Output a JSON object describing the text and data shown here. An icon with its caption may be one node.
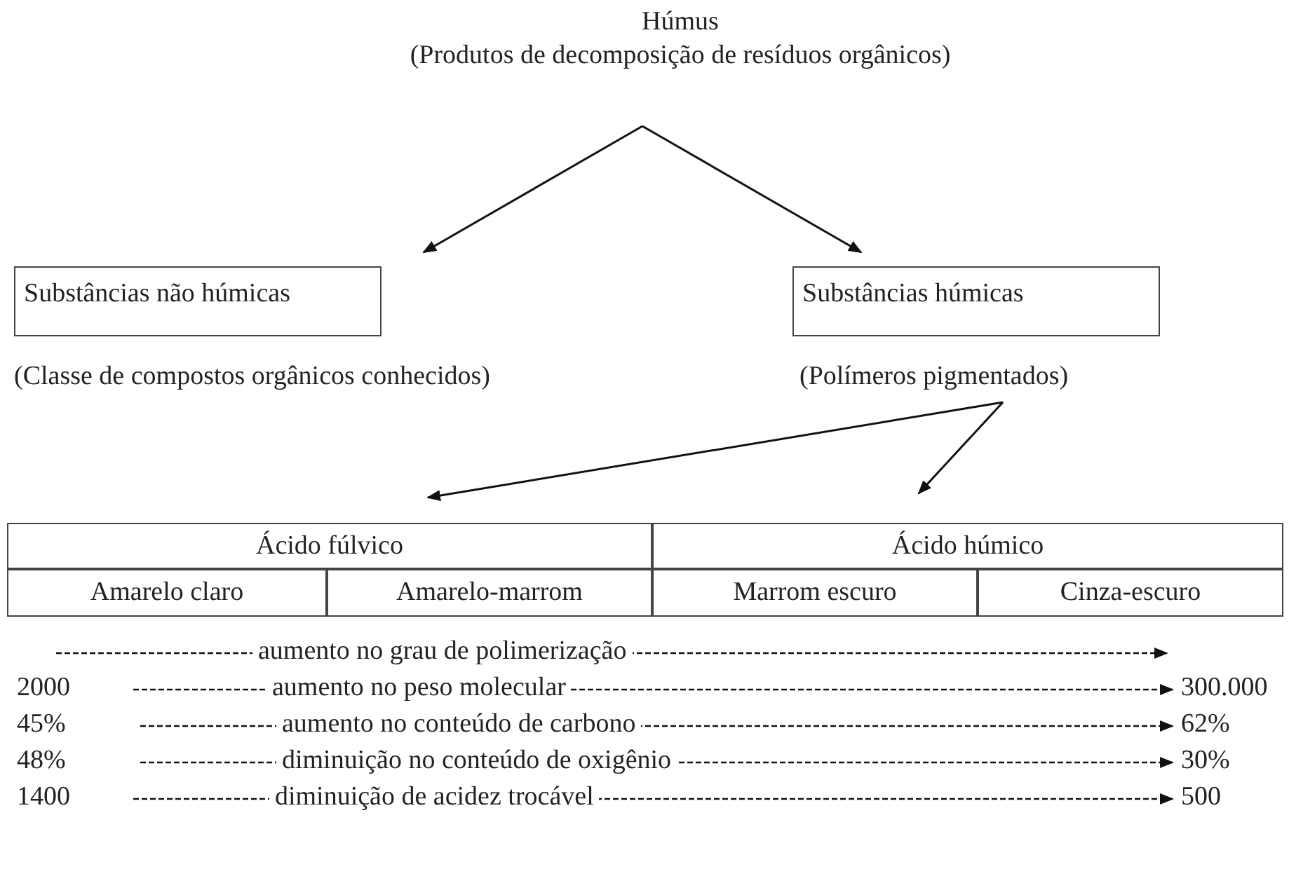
{
  "diagram": {
    "nodes": [
      {
        "text": [
          "Húmus",
          "(Produtos de decomposição de resíduos orgânicos)"
        ]
      },
      {
        "text": [
          "Substâncias não húmicas"
        ],
        "beside": [
          "(Classe de compostos orgânicos conhecidos)"
        ]
      },
      {
        "text": [
          "Substâncias húmicas"
        ],
        "beside": [
          "(Polímeros pigmentados)"
        ]
      },
      {
        "text": [
          "Ácido fúlvico"
        ]
      },
      {
        "text": [
          "Ácido húmico"
        ]
      },
      {
        "text": [
          "Amarelo claro"
        ]
      },
      {
        "text": [
          "Amarelo-marrom"
        ]
      },
      {
        "text": [
          "Marrom escuro"
        ]
      },
      {
        "text": [
          "Cinza-escuro"
        ]
      }
    ],
    "edges": [
      {
        "from": 0,
        "to": 1,
        "arrow": "to"
      },
      {
        "from": 0,
        "to": 2,
        "arrow": "to"
      },
      {
        "from": 2,
        "to": 3,
        "arrow": "to"
      },
      {
        "from": 2,
        "to": 4,
        "arrow": "to"
      }
    ],
    "labels": [
      "aumento no grau de polimerização",
      "2000",
      "aumento no peso molecular",
      "300.000",
      "45%",
      "aumento no conteúdo de carbono",
      "62%",
      "48%",
      "diminuição no conteúdo de oxigênio",
      "30%",
      "1400",
      "diminuição de acidez trocável",
      "500"
    ]
  }
}
